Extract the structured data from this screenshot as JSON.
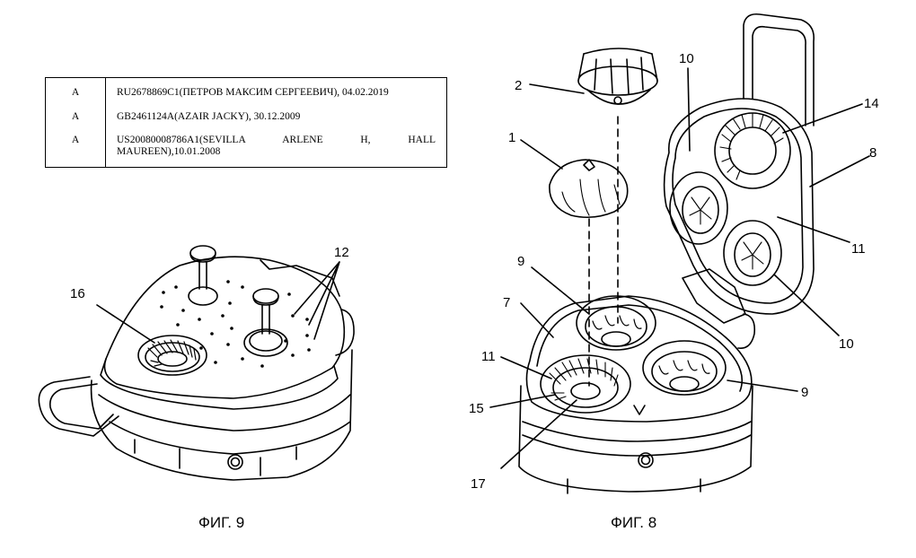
{
  "citations": [
    {
      "category": "A",
      "text": "RU2678869C1(ПЕТРОВ МАКСИМ СЕРГЕЕВИЧ), 04.02.2019"
    },
    {
      "category": "A",
      "text": "GB2461124A(AZAIR JACKY), 30.12.2009"
    },
    {
      "category": "A",
      "text_line1": "US20080008786A1(SEVILLA ARLENE H, HALL",
      "text_line2": "MAUREEN),10.01.2008"
    }
  ],
  "figures": [
    {
      "caption": "ФИГ. 9",
      "labels": {
        "a": "16",
        "b": "12"
      }
    },
    {
      "caption": "ФИГ. 8",
      "labels": {
        "a": "2",
        "b": "1",
        "c": "10",
        "d": "14",
        "e": "8",
        "f": "9",
        "g": "7",
        "h": "11",
        "i": "11",
        "j": "15",
        "k": "17",
        "l": "10",
        "m": "9"
      }
    }
  ]
}
